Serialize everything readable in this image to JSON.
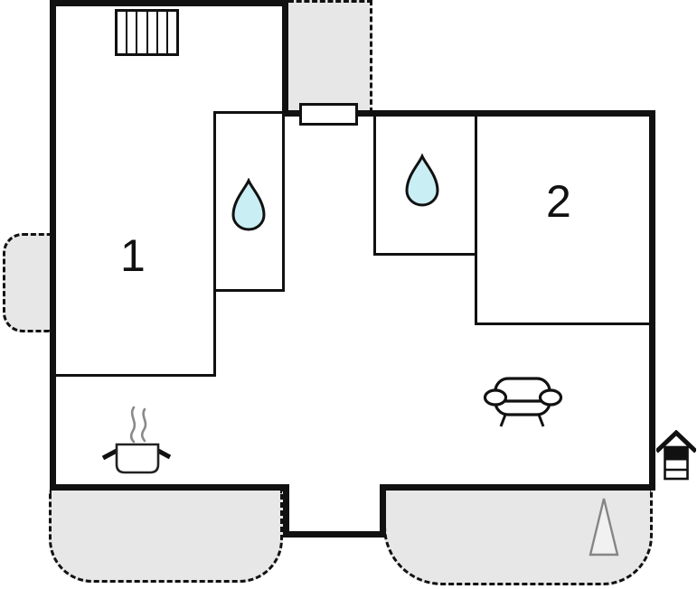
{
  "plan": {
    "type": "floor-plan",
    "background": "#ffffff"
  },
  "rooms": [
    {
      "name": "bedroom-1",
      "label": "1"
    },
    {
      "name": "bedroom-2",
      "label": "2"
    }
  ],
  "colors": {
    "wall": "#111111",
    "terrace_fill": "#e7e7e7",
    "water_drop_fill": "#c9eef4",
    "steam": "#8a8a8a",
    "tree_fill": "#f1f1f1",
    "tree_outline": "#858585"
  },
  "icons": [
    {
      "name": "stairs-icon"
    },
    {
      "name": "door-icon"
    },
    {
      "name": "water-drop-icon"
    },
    {
      "name": "water-drop-icon"
    },
    {
      "name": "cooking-pot-icon"
    },
    {
      "name": "sofa-icon"
    },
    {
      "name": "fireplace-icon"
    },
    {
      "name": "tree-icon"
    }
  ],
  "areas": [
    {
      "name": "terrace-top"
    },
    {
      "name": "terrace-left-bump"
    },
    {
      "name": "terrace-bottom-left"
    },
    {
      "name": "terrace-bottom-right"
    },
    {
      "name": "entry-porch"
    }
  ]
}
